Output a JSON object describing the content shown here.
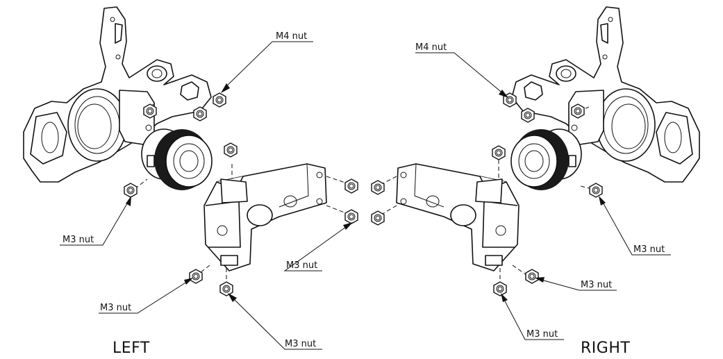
{
  "titles": {
    "left": "LEFT",
    "right": "RIGHT"
  },
  "callouts": {
    "left_m4": "M4 nut",
    "left_m3_a": "M3 nut",
    "left_m3_b": "M3 nut",
    "left_m3_c": "M3 nut",
    "left_m3_d": "M3 nut",
    "right_m4": "M4 nut",
    "right_m3_a": "M3 nut",
    "right_m3_b": "M3 nut",
    "right_m3_c": "M3 nut"
  }
}
